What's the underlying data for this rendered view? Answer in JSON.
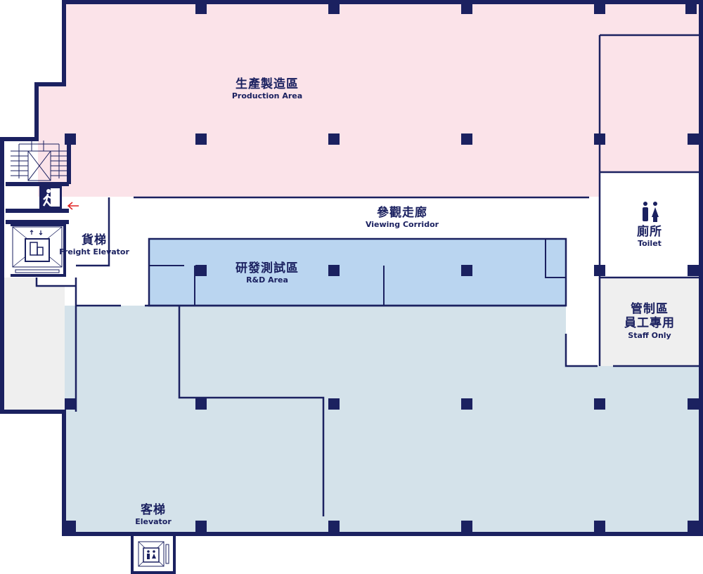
{
  "colors": {
    "wall": "#1b2160",
    "production": "#fbe3e9",
    "rnd": "#bad5f0",
    "lower": "#d4e2ea",
    "staff": "#efefef",
    "exit_arrow": "#e02020"
  },
  "rooms": {
    "production": {
      "zh": "生產製造區",
      "en": "Production Area"
    },
    "corridor": {
      "zh": "參觀走廊",
      "en": "Viewing Corridor"
    },
    "rnd": {
      "zh": "研發測試區",
      "en": "R&D Area"
    },
    "toilet": {
      "zh": "廁所",
      "en": "Toilet"
    },
    "staff": {
      "zh1": "管制區",
      "zh2": "員工專用",
      "en": "Staff Only"
    },
    "freight": {
      "zh": "貨梯",
      "en": "Freight Elevator"
    },
    "elevator": {
      "zh": "客梯",
      "en": "Elevator"
    }
  },
  "icons": [
    "emergency-exit-icon",
    "exit-arrow-icon",
    "freight-elevator-icon",
    "passenger-elevator-icon",
    "toilet-icon",
    "stairs-icon"
  ]
}
